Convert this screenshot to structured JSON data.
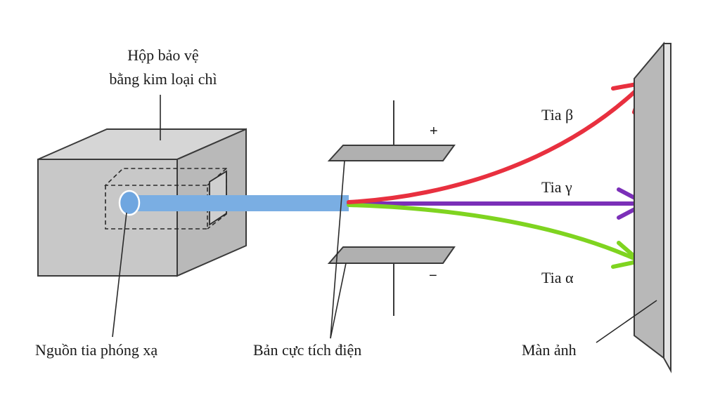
{
  "labels": {
    "box_line1": "Hộp bảo vệ",
    "box_line2": "bằng kim loại chì",
    "source": "Nguồn tia phóng xạ",
    "plates": "Bản cực tích điện",
    "screen": "Màn ảnh",
    "plus_sign": "+",
    "minus_sign": "−",
    "ray_beta": "Tia β",
    "ray_gamma": "Tia γ",
    "ray_alpha": "Tia α"
  },
  "colors": {
    "box_fill": "#c8c8c8",
    "box_top": "#d6d6d6",
    "box_side": "#b9b9b9",
    "beam": "#7aaee3",
    "beta_ray": "#e8303f",
    "gamma_ray": "#7b2fb8",
    "alpha_ray": "#7fd420",
    "plate_fill": "#b0b0b0",
    "screen_fill": "#b8b8b8",
    "outline": "#3a3a3a"
  },
  "icons": {
    "beta_arrow": "arrow-head-icon",
    "gamma_arrow": "arrow-head-icon",
    "alpha_arrow": "arrow-head-icon"
  }
}
